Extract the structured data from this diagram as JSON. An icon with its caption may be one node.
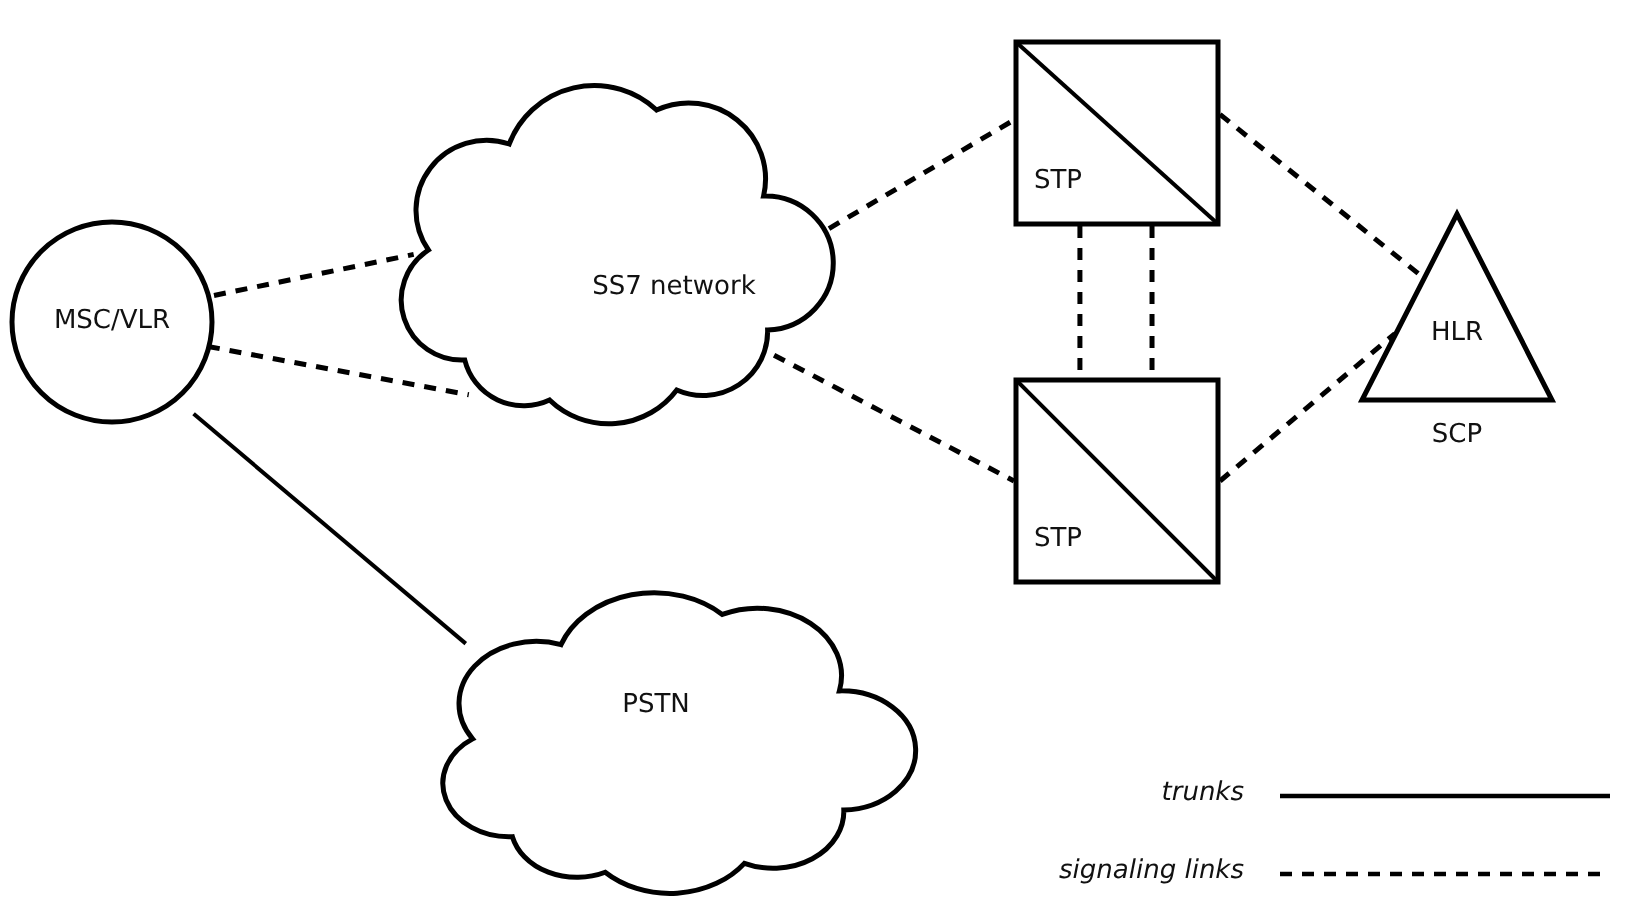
{
  "diagram": {
    "nodes": [
      {
        "text": [
          "MSC/VLR"
        ]
      },
      {
        "text": [
          "SS7 network"
        ]
      },
      {
        "text": [
          "STP"
        ]
      },
      {
        "text": [
          "STP"
        ]
      },
      {
        "text": [
          "HLR"
        ],
        "beside": [
          "SCP"
        ]
      },
      {
        "text": [
          "PSTN"
        ]
      }
    ],
    "edges": [
      {
        "from": 0,
        "to": 1,
        "arrow": "none",
        "style": "dashed"
      },
      {
        "from": 0,
        "to": 1,
        "arrow": "none",
        "style": "dashed"
      },
      {
        "from": 1,
        "to": 2,
        "arrow": "none",
        "style": "dashed"
      },
      {
        "from": 1,
        "to": 3,
        "arrow": "none",
        "style": "dashed"
      },
      {
        "from": 2,
        "to": 3,
        "arrow": "none",
        "style": "dashed"
      },
      {
        "from": 2,
        "to": 3,
        "arrow": "none",
        "style": "dashed"
      },
      {
        "from": 2,
        "to": 4,
        "arrow": "none",
        "style": "dashed"
      },
      {
        "from": 3,
        "to": 4,
        "arrow": "none",
        "style": "dashed"
      },
      {
        "from": 0,
        "to": 5,
        "arrow": "none"
      }
    ],
    "legend": [
      {
        "text": "trunks"
      },
      {
        "text": "signaling links"
      }
    ]
  }
}
